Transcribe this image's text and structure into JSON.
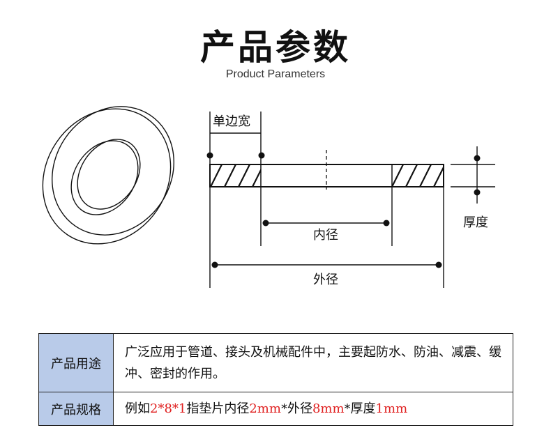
{
  "header": {
    "title": "产品参数",
    "subtitle": "Product Parameters"
  },
  "diagram": {
    "labels": {
      "single_side_width": "单边宽",
      "inner_diameter": "内径",
      "outer_diameter": "外径",
      "thickness": "厚度"
    }
  },
  "spec_table": {
    "rows": [
      {
        "header": "产品用途",
        "text": "广泛应用于管道、接头及机械配件中，主要起防水、防油、减震、缓冲、密封的作用。"
      },
      {
        "header": "产品规格",
        "segments": [
          "例如",
          "2*8*1",
          "指垫片内径",
          "2mm",
          "*外径",
          "8mm",
          "*厚度",
          "1mm"
        ]
      }
    ],
    "highlight_color": "#e02020",
    "header_bg": "#b9cbe9"
  }
}
